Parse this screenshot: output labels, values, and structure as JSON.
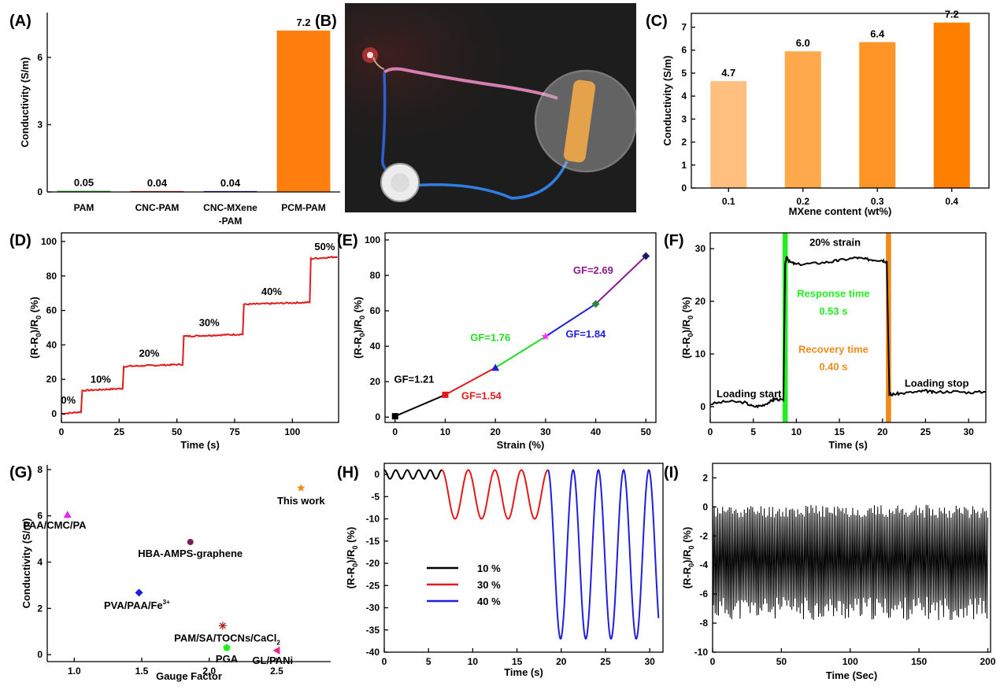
{
  "figure": {
    "panel_labels": [
      "(A)",
      "(B)",
      "(C)",
      "(D)",
      "(E)",
      "(F)",
      "(G)",
      "(H)",
      "(I)"
    ]
  },
  "chart_data": [
    {
      "panel": "(A)",
      "type": "bar",
      "categories": [
        "PAM",
        "CNC-PAM",
        "CNC-MXene-PAM",
        "PCM-PAM"
      ],
      "category_labels": [
        [
          "PAM"
        ],
        [
          "CNC-PAM"
        ],
        [
          "CNC-MXene",
          "-PAM"
        ],
        [
          "PCM-PAM"
        ]
      ],
      "values": [
        0.05,
        0.04,
        0.04,
        7.2
      ],
      "data_labels": [
        "0.05",
        "0.04",
        "0.04",
        "7.2"
      ],
      "colors": [
        "#2ca02c",
        "#d62728",
        "#1f1fb4",
        "#ff7f0e"
      ],
      "ylabel": "Conductivity (S/m)",
      "ylim": [
        0,
        8
      ],
      "yticks": [
        0,
        3,
        6
      ]
    },
    {
      "panel": "(C)",
      "type": "bar",
      "categories": [
        "0.1",
        "0.2",
        "0.3",
        "0.4"
      ],
      "values": [
        4.65,
        5.95,
        6.35,
        7.2
      ],
      "data_labels": [
        "4.7",
        "6.0",
        "6.4",
        "7.2"
      ],
      "colors": [
        "#ffbf7f",
        "#ffa94d",
        "#ff9526",
        "#ff7f00"
      ],
      "xlabel": "MXene content (wt%)",
      "ylabel": "Conductivity (S/m)",
      "ylim": [
        0,
        7.6
      ],
      "yticks": [
        0,
        1,
        2,
        3,
        4,
        5,
        6,
        7
      ]
    },
    {
      "panel": "(D)",
      "type": "line",
      "color": "#e31a1c",
      "steps": [
        [
          0,
          0
        ],
        [
          9,
          13.5
        ],
        [
          27,
          27.5
        ],
        [
          53,
          45
        ],
        [
          79,
          63.5
        ],
        [
          108,
          90
        ]
      ],
      "xmax": 120,
      "xlabel": "Time (s)",
      "ylabel": "(R-R0)/R0 (%)",
      "xlim": [
        0,
        120
      ],
      "ylim": [
        -5,
        105
      ],
      "xticks": [
        0,
        25,
        50,
        75,
        100
      ],
      "yticks": [
        0,
        20,
        40,
        60,
        80,
        100
      ],
      "annotations": [
        {
          "text": "0%",
          "x": 3,
          "y": 6
        },
        {
          "text": "10%",
          "x": 17,
          "y": 18
        },
        {
          "text": "20%",
          "x": 38,
          "y": 33
        },
        {
          "text": "30%",
          "x": 64,
          "y": 51
        },
        {
          "text": "40%",
          "x": 91,
          "y": 69
        },
        {
          "text": "50%",
          "x": 114,
          "y": 95
        }
      ]
    },
    {
      "panel": "(E)",
      "type": "line",
      "x": [
        0,
        10,
        20,
        30,
        40,
        50
      ],
      "y": [
        0.5,
        12.6,
        27.9,
        45.5,
        63.9,
        90.9
      ],
      "segment_colors": [
        "#000000",
        "#e31a1c",
        "#22dd22",
        "#1f1fdd",
        "#8b1a8b"
      ],
      "marker_colors": [
        "#000000",
        "#e31a1c",
        "#1f1fdd",
        "#ff33ff",
        "#2a8a3a",
        "#1a1a6e"
      ],
      "markers": [
        "square",
        "square",
        "triangle",
        "star",
        "diamond",
        "diamond"
      ],
      "xlabel": "Strain (%)",
      "ylabel": "(R-R0)/R0 (%)",
      "xlim": [
        -2,
        52
      ],
      "ylim": [
        -3,
        104
      ],
      "xticks": [
        0,
        10,
        20,
        30,
        40,
        50
      ],
      "yticks": [
        0,
        20,
        40,
        60,
        80,
        100
      ],
      "annotations": [
        {
          "text": "GF=1.21",
          "x": 3.8,
          "y": 19.5,
          "color": "#000000"
        },
        {
          "text": "GF=1.54",
          "x": 17.2,
          "y": 10,
          "color": "#e31a1c"
        },
        {
          "text": "GF=1.76",
          "x": 19,
          "y": 43,
          "color": "#22dd22"
        },
        {
          "text": "GF=1.84",
          "x": 38,
          "y": 45,
          "color": "#1f1fdd"
        },
        {
          "text": "GF=2.69",
          "x": 39.5,
          "y": 81,
          "color": "#8b1a8b"
        }
      ]
    },
    {
      "panel": "(F)",
      "type": "line",
      "color": "#000000",
      "x": [
        0,
        2,
        4,
        5,
        6,
        7,
        7.5,
        8.5,
        8.7,
        8.9,
        9.2,
        10,
        12,
        14,
        15,
        17,
        18,
        19,
        20,
        20.5,
        20.8,
        21,
        22,
        24,
        25,
        26,
        28,
        30,
        32
      ],
      "y": [
        0.5,
        1,
        0.8,
        0,
        0.2,
        1,
        1.5,
        1.2,
        27,
        28.5,
        27.5,
        27.0,
        27.2,
        27.5,
        27.8,
        28.3,
        28,
        27.9,
        27.8,
        27.5,
        2.5,
        2.3,
        2.5,
        2.8,
        3,
        2.7,
        2.9,
        2.7,
        2.8
      ],
      "response_band": [
        8.4,
        9.0
      ],
      "recovery_band": [
        20.4,
        21.0
      ],
      "response_color": "#22ee22",
      "recovery_color": "#f08a1a",
      "xlabel": "Time (s)",
      "ylabel": "(R-R0)/R0 (%)",
      "xlim": [
        0,
        32
      ],
      "ylim": [
        -3,
        33
      ],
      "xticks": [
        0,
        5,
        10,
        15,
        20,
        25,
        30
      ],
      "yticks": [
        0,
        10,
        20,
        30
      ],
      "annotations": [
        {
          "text": "20% strain",
          "x": 14.5,
          "y": 30.5,
          "color": "#000000"
        },
        {
          "text": "Response time",
          "x": 14.3,
          "y": 20.8,
          "color": "#22ee22"
        },
        {
          "text": "0.53 s",
          "x": 14.3,
          "y": 17.5,
          "color": "#22ee22"
        },
        {
          "text": "Recovery time",
          "x": 14.3,
          "y": 10.2,
          "color": "#f08a1a"
        },
        {
          "text": "0.40 s",
          "x": 14.3,
          "y": 6.9,
          "color": "#f08a1a"
        },
        {
          "text": "Loading start",
          "x": 4.5,
          "y": 1.8,
          "color": "#000000"
        },
        {
          "text": "Loading stop",
          "x": 26.3,
          "y": 3.8,
          "color": "#000000"
        }
      ]
    },
    {
      "panel": "(G)",
      "type": "scatter",
      "points": [
        {
          "label": "PAA/CMC/PA",
          "x": 0.95,
          "y": 6.05,
          "color": "#ee22ee",
          "marker": "triangle",
          "lx": 0.62,
          "ly": 5.45,
          "anchor": "start"
        },
        {
          "label": "HBA-AMPS-graphene",
          "x": 1.86,
          "y": 4.87,
          "color": "#7a1f5c",
          "marker": "circle",
          "lx": 1.86,
          "ly": 4.23,
          "anchor": "middle"
        },
        {
          "label": "PVA/PAA/Fe",
          "sup": "3+",
          "x": 1.48,
          "y": 2.68,
          "color": "#1f1fdd",
          "marker": "diamond",
          "lx": 1.22,
          "ly": 1.98,
          "anchor": "start"
        },
        {
          "label": "PAM/SA/TOCNs/CaCl",
          "sub": "2",
          "x": 2.1,
          "y": 1.25,
          "color": "#b22222",
          "marker": "asterisk",
          "lx": 1.74,
          "ly": 0.56,
          "anchor": "start"
        },
        {
          "label": "PGA",
          "x": 2.13,
          "y": 0.3,
          "color": "#22ee22",
          "marker": "pentagon",
          "lx": 2.13,
          "ly": -0.33,
          "anchor": "middle"
        },
        {
          "label": "GL/PANi",
          "x": 2.5,
          "y": 0.18,
          "color": "#ee2288",
          "marker": "tri-left",
          "lx": 2.47,
          "ly": -0.4,
          "anchor": "middle"
        },
        {
          "label": "This work",
          "x": 2.68,
          "y": 7.2,
          "color": "#f08a1a",
          "marker": "star",
          "lx": 2.68,
          "ly": 6.5,
          "anchor": "middle"
        }
      ],
      "xlabel": "Gauge Factor",
      "ylabel": "Conductivity (S/m)",
      "xlim": [
        0.8,
        2.9
      ],
      "ylim": [
        -0.3,
        8.2
      ],
      "xticks": [
        1.0,
        1.5,
        2.0,
        2.5
      ],
      "yticks": [
        0,
        2,
        4,
        6,
        8
      ]
    },
    {
      "panel": "(H)",
      "type": "line",
      "series": [
        {
          "name": "10 %",
          "color": "#000000",
          "x_range": [
            0,
            6.5
          ],
          "period": 1.3,
          "trough": -1.0,
          "peak": 1.0
        },
        {
          "name": "30 %",
          "color": "#e31a1c",
          "x_range": [
            6.5,
            18.5
          ],
          "period": 3.0,
          "trough": -10.0,
          "peak": 1.0
        },
        {
          "name": "40 %",
          "color": "#1f1fdd",
          "x_range": [
            18.5,
            31
          ],
          "period": 2.85,
          "trough": -37.0,
          "peak": 1.0
        }
      ],
      "xlabel": "Time (s)",
      "ylabel": "(R-R0)/R0 (%)",
      "xlim": [
        0,
        31.5
      ],
      "ylim": [
        -40,
        2.5
      ],
      "xticks": [
        0,
        5,
        10,
        15,
        20,
        25,
        30
      ],
      "yticks": [
        0,
        -5,
        -10,
        -15,
        -20,
        -25,
        -30,
        -35,
        -40
      ],
      "legend_position": "center-left"
    },
    {
      "panel": "(I)",
      "type": "line",
      "color": "#000000",
      "x_range": [
        0,
        200
      ],
      "cycles": 165,
      "upper_level": -0.3,
      "lower_level": -7.0,
      "xlabel": "Time (Sec)",
      "ylabel": "(R-R0)/R0 (%)",
      "xlim": [
        0,
        202
      ],
      "ylim": [
        -10,
        3
      ],
      "xticks": [
        0,
        50,
        100,
        150,
        200
      ],
      "yticks": [
        2,
        0,
        -2,
        -4,
        -6,
        -8,
        -10
      ]
    }
  ]
}
